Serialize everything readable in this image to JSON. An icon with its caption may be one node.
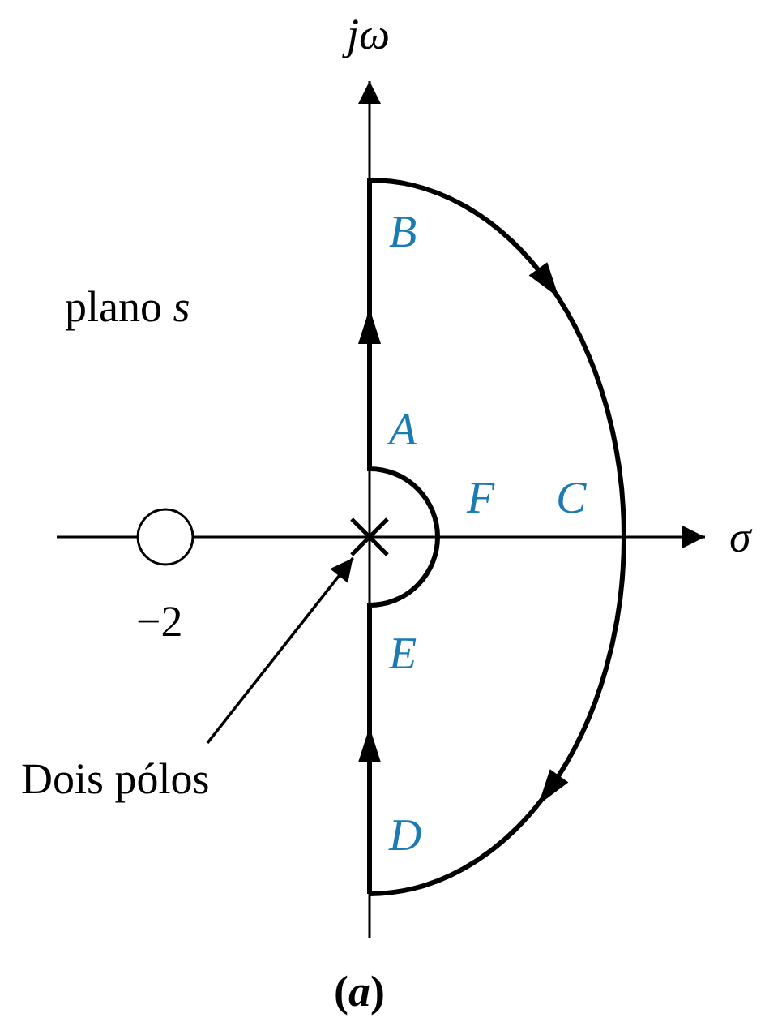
{
  "diagram": {
    "caption": "(*a*)",
    "nodes": [
      {
        "text": [
          "Dois pólos"
        ]
      },
      {
        "text": [],
        "shape": "cross"
      }
    ],
    "edges": [
      {
        "from": 0,
        "to": 1,
        "arrow": "to"
      }
    ],
    "labels": [
      "jω",
      "B",
      "plano *s*",
      "A",
      "F",
      "C",
      "σ",
      "−2",
      "E",
      "D"
    ]
  }
}
